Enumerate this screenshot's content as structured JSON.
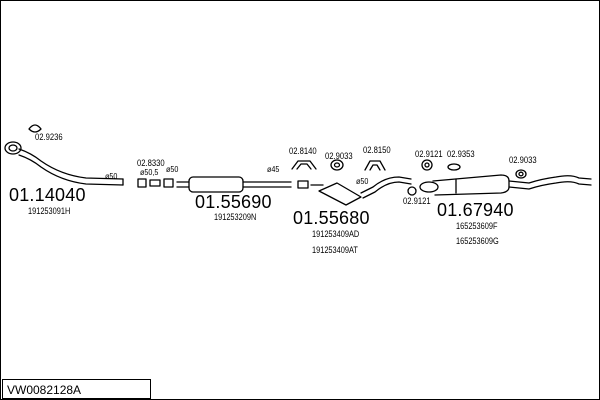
{
  "model_code": "VW0082128A",
  "parts": [
    {
      "article": "01.14040",
      "oe_refs": [
        "191253091H"
      ]
    },
    {
      "article": "01.55690",
      "oe_refs": [
        "191253209N"
      ]
    },
    {
      "article": "01.55680",
      "oe_refs": [
        "191253409AD",
        "191253409AT"
      ]
    },
    {
      "article": "01.67940",
      "oe_refs": [
        "165253609F",
        "165253609G"
      ]
    }
  ],
  "fittings": [
    "02.9236",
    "02.8330",
    "02.8140",
    "02.9033",
    "02.8150",
    "02.9121",
    "02.9353",
    "02.9033",
    "02.9121"
  ],
  "clamp_sizes": [
    "ø50",
    "ø50,5",
    "ø50",
    "ø45",
    "ø50"
  ]
}
